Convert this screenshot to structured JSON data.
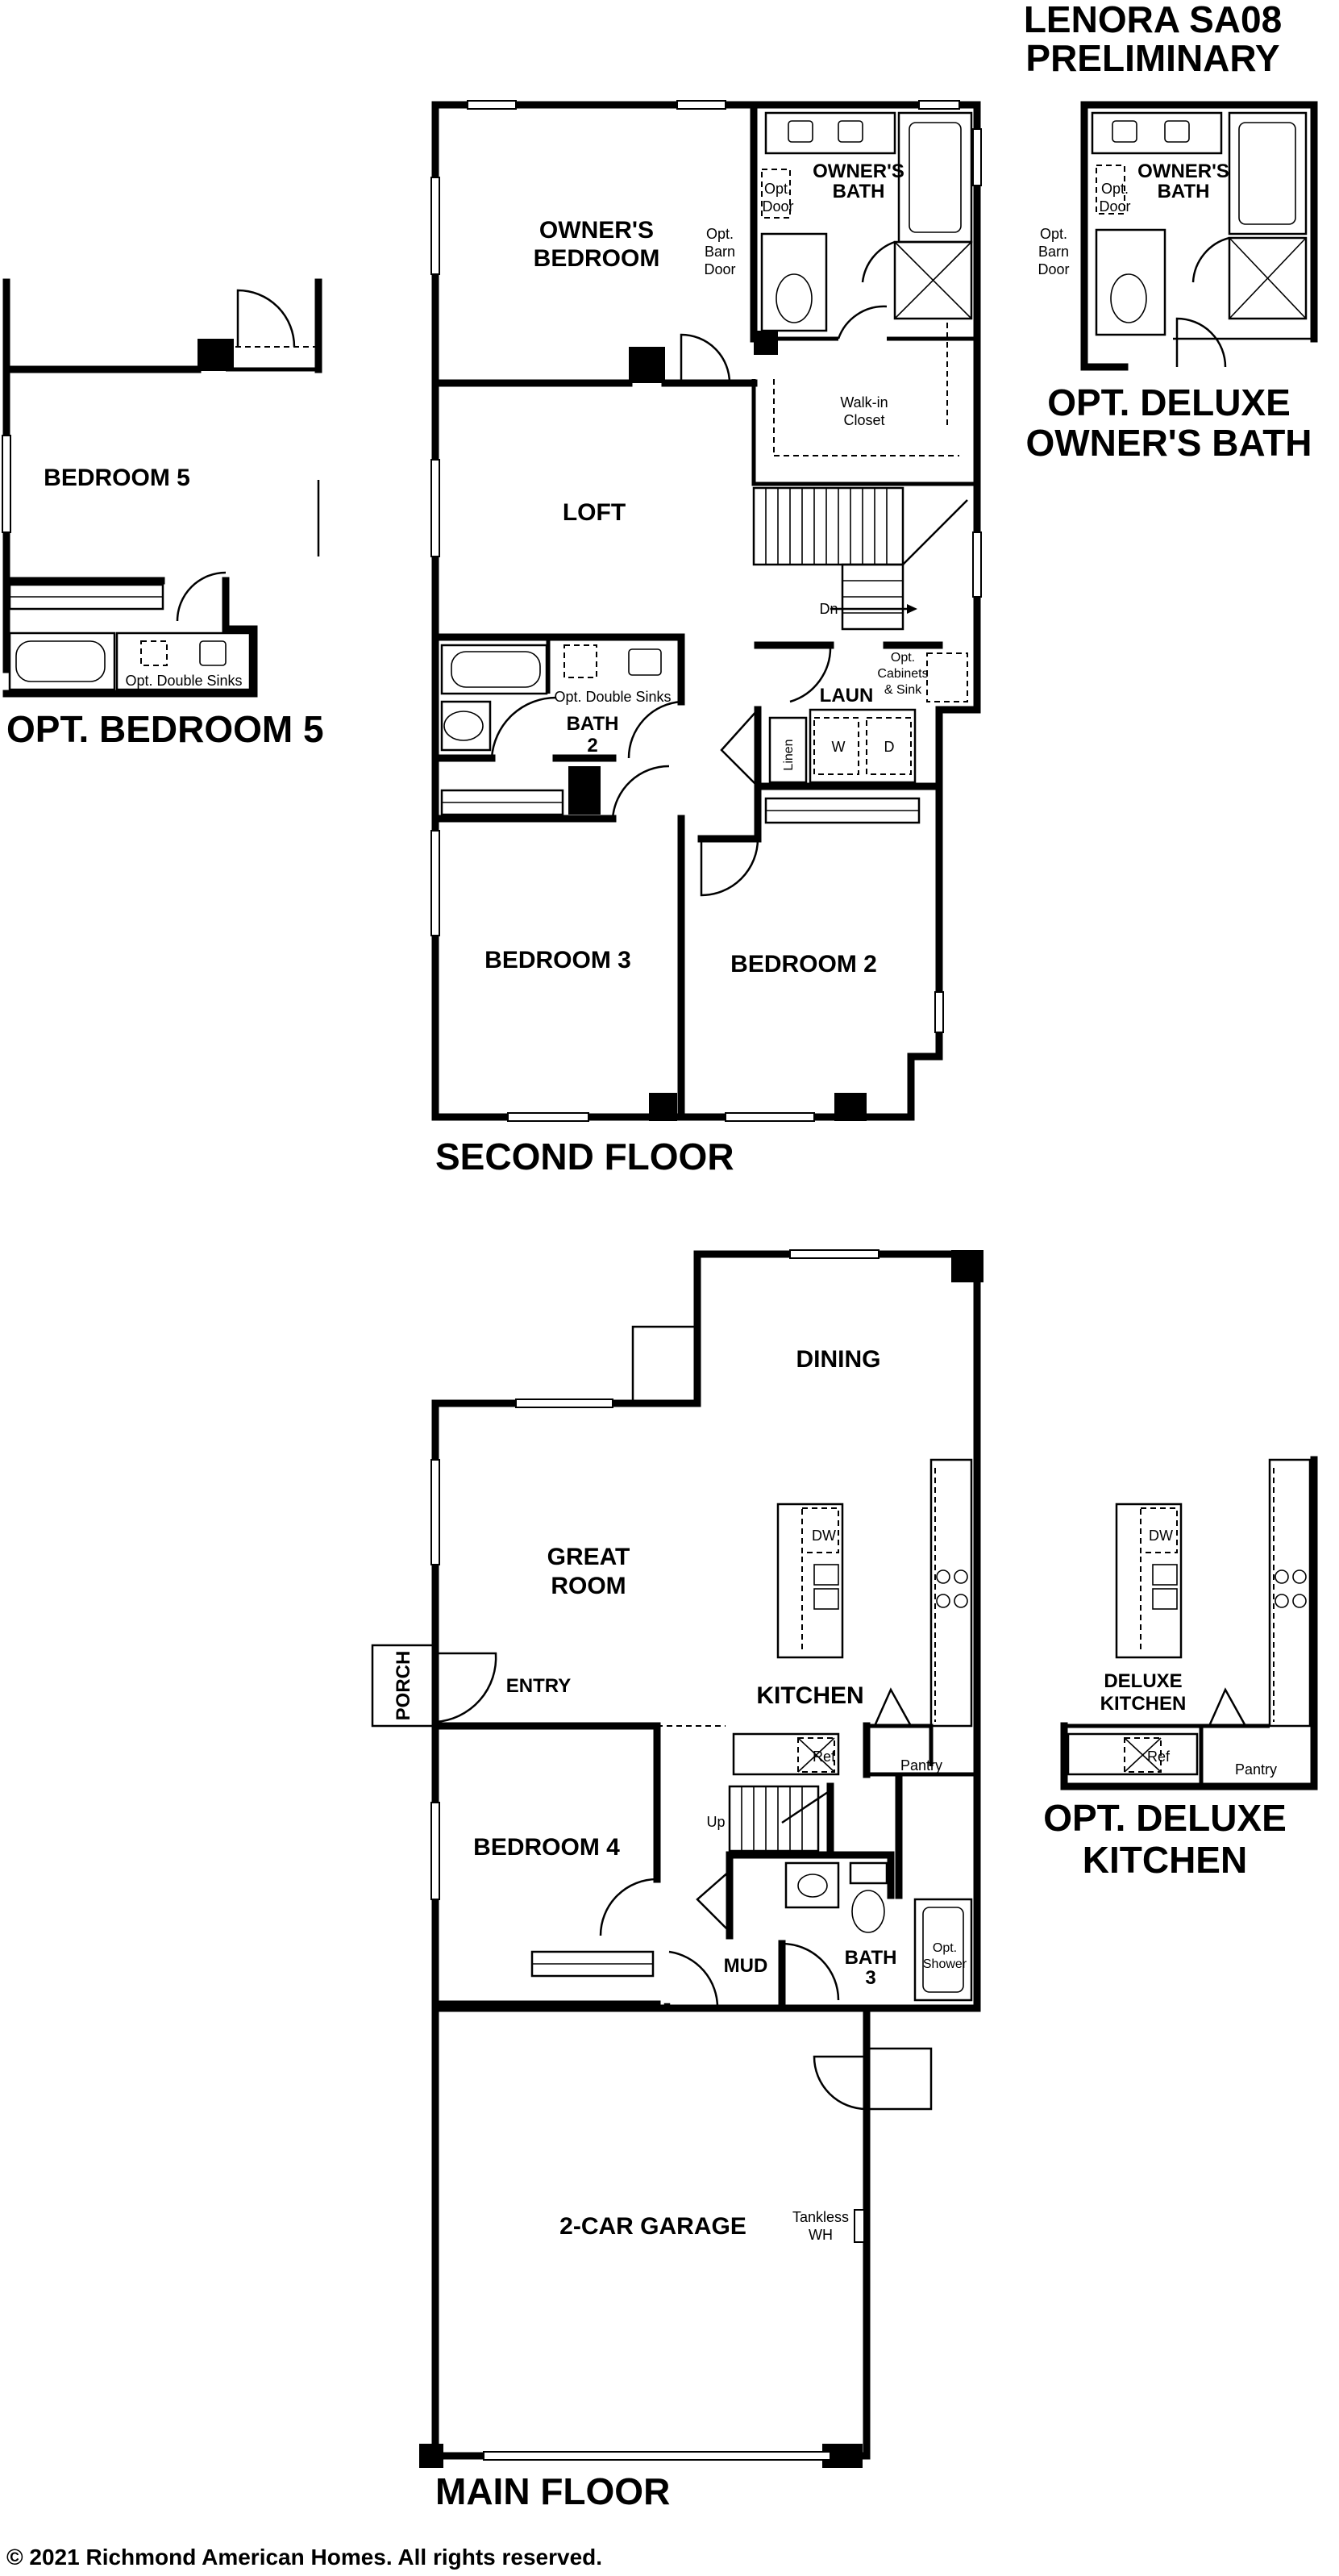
{
  "header": {
    "line1": "LENORA SA08",
    "line2": "PRELIMINARY"
  },
  "floors": {
    "second": "SECOND FLOOR",
    "main": "MAIN FLOOR"
  },
  "second_floor": {
    "owners_bedroom": [
      "OWNER'S",
      "BEDROOM"
    ],
    "owners_bath": [
      "OWNER'S",
      "BATH"
    ],
    "opt_door": [
      "Opt.",
      "Door"
    ],
    "opt_barn_door": [
      "Opt.",
      "Barn",
      "Door"
    ],
    "walkin_closet": [
      "Walk-in",
      "Closet"
    ],
    "loft": "LOFT",
    "dn": "Dn",
    "opt_double_sinks": "Opt. Double Sinks",
    "bath2": [
      "BATH",
      "2"
    ],
    "laun": "LAUN",
    "opt_cabinets_sink": [
      "Opt.",
      "Cabinets",
      "& Sink"
    ],
    "linen": "Linen",
    "washer": "W",
    "dryer": "D",
    "bedroom3": "BEDROOM 3",
    "bedroom2": "BEDROOM 2"
  },
  "opt_bedroom5": {
    "bedroom5": "BEDROOM 5",
    "opt_double_sinks": "Opt. Double Sinks",
    "caption": "OPT. BEDROOM 5"
  },
  "opt_deluxe_bath": {
    "owners_bath": [
      "OWNER'S",
      "BATH"
    ],
    "opt_door": [
      "Opt.",
      "Door"
    ],
    "opt_barn_door": [
      "Opt.",
      "Barn",
      "Door"
    ],
    "caption": [
      "OPT. DELUXE",
      "OWNER'S BATH"
    ]
  },
  "main_floor": {
    "dining": "DINING",
    "great_room": [
      "GREAT",
      "ROOM"
    ],
    "kitchen": "KITCHEN",
    "dw": "DW",
    "ref": "Ref",
    "pantry": "Pantry",
    "porch": "PORCH",
    "entry": "ENTRY",
    "bedroom4": "BEDROOM 4",
    "up": "Up",
    "mud": "MUD",
    "bath3": [
      "BATH",
      "3"
    ],
    "opt_shower": [
      "Opt.",
      "Shower"
    ],
    "garage": "2-CAR GARAGE",
    "tankless": [
      "Tankless",
      "WH"
    ]
  },
  "opt_deluxe_kitchen": {
    "label": [
      "DELUXE",
      "KITCHEN"
    ],
    "dw": "DW",
    "ref": "Ref",
    "pantry": "Pantry",
    "caption": [
      "OPT. DELUXE",
      "KITCHEN"
    ]
  },
  "copyright": "© 2021 Richmond American Homes. All rights reserved."
}
